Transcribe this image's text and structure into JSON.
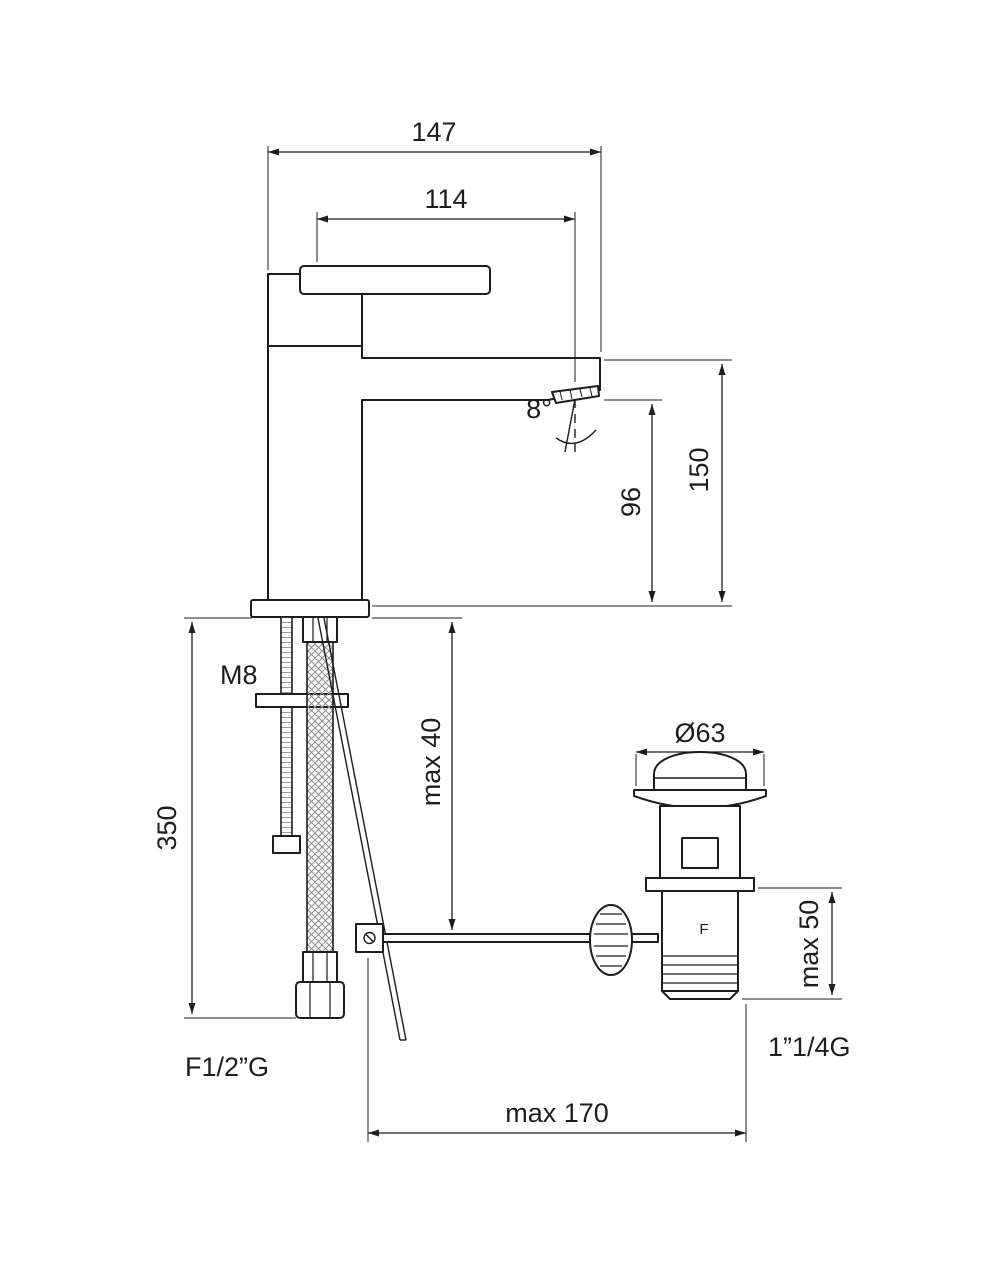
{
  "meta": {
    "background_color": "#ffffff",
    "line_color": "#1d1d1d",
    "drawing_type": "faucet-installation-dimension-drawing"
  },
  "labels": {
    "dim_total_projection": "147",
    "dim_spout_reach": "114",
    "dim_spout_angle": "8°",
    "dim_spout_height": "150",
    "dim_outlet_height": "96",
    "label_stud_thread": "M8",
    "dim_hose_length": "350",
    "dim_deck_thickness": "max 40",
    "dim_drain_diameter": "Ø63",
    "dim_drain_height": "max 50",
    "label_drain_thread": "1”1/4G",
    "label_hose_thread": "F1/2”G",
    "dim_drain_offset": "max 170",
    "label_body_mark": "F"
  }
}
